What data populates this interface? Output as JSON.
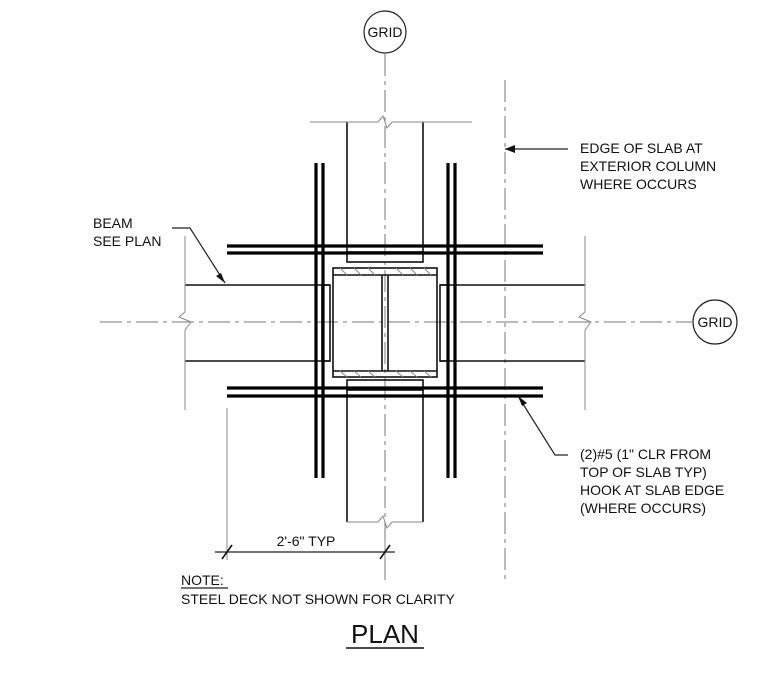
{
  "grid_labels": {
    "top": "GRID",
    "right": "GRID"
  },
  "beam_note": {
    "line1": "BEAM",
    "line2": "SEE PLAN"
  },
  "slab_edge_note": {
    "line1": "EDGE OF SLAB AT",
    "line2": "EXTERIOR COLUMN",
    "line3": "WHERE OCCURS"
  },
  "rebar_note": {
    "line1": "(2)#5 (1\" CLR FROM",
    "line2": "TOP OF SLAB TYP)",
    "line3": "HOOK AT SLAB EDGE",
    "line4": "(WHERE OCCURS)"
  },
  "dimension": {
    "label": "2'-6\" TYP"
  },
  "general_note": {
    "heading": "NOTE:",
    "text": "STEEL DECK NOT SHOWN FOR CLARITY"
  },
  "view_title": "PLAN"
}
